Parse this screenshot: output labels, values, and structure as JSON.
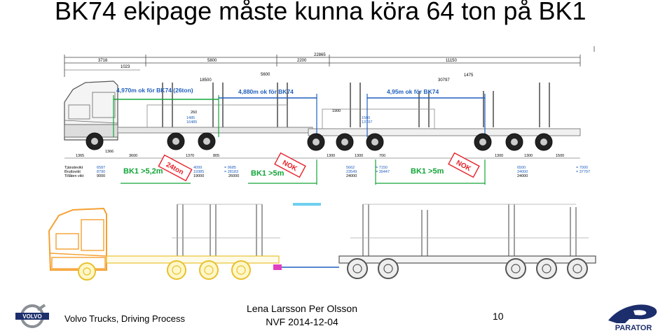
{
  "title": "BK74 ekipage måste kunna köra 64 ton på BK1",
  "top_diagram": {
    "dims_top": [
      "3716",
      "1023",
      "5800",
      "22865",
      "2200",
      "11150"
    ],
    "dims_inner": [
      "18500",
      "5600",
      "30797",
      "1475"
    ],
    "spans": [
      "4,970m ok för BK74 (26ton)",
      "4,880m ok för BK74",
      "4,95m ok för BK74"
    ],
    "vert_dims": [
      "260",
      "1485",
      "16485",
      "1900",
      "1500",
      "13797"
    ],
    "bottom_dims": [
      "1365",
      "1366",
      "3600",
      "1370",
      "805",
      "1300",
      "1300",
      "700",
      "1300",
      "1300",
      "1500"
    ],
    "bk1_labels": [
      "BK1 >5,2m",
      "BK1 >5m",
      "BK1 >5m"
    ],
    "stamps": [
      "24ton",
      "NOK",
      "NOK"
    ],
    "weights_labels": [
      "Tjänstevikt",
      "Bruttovikt",
      "Tillåten vikt"
    ],
    "weights_col1": [
      "6587",
      "8790",
      "9000"
    ],
    "weights_col2": [
      "4099",
      "19385",
      "19000"
    ],
    "weights_col3": [
      "= 9685",
      "= 28183",
      "26000"
    ],
    "weights_col4": [
      "5662",
      "23549",
      "24000"
    ],
    "weights_col5": [
      "= 7150",
      "= 39447"
    ],
    "weights_col6": [
      "6500",
      "24000",
      "24000"
    ],
    "weights_col7": [
      "= 7000",
      "= 37797"
    ]
  },
  "footer": {
    "left": "Volvo Trucks, Driving Process",
    "center_line1": "Lena Larsson   Per Olsson",
    "center_line2": "NVF 2014-12-04",
    "page": "10"
  },
  "logos": {
    "volvo": "VOLVO",
    "parator": "PARATOR"
  },
  "colors": {
    "span_green": "#13a538",
    "span_blue": "#1f5fbf",
    "stamp_red": "#e8202a",
    "truck_orange": "#f5a030",
    "wheel_yellow": "#f2d64a",
    "dolly_magenta": "#e040c0",
    "navy": "#1c2e6c"
  }
}
